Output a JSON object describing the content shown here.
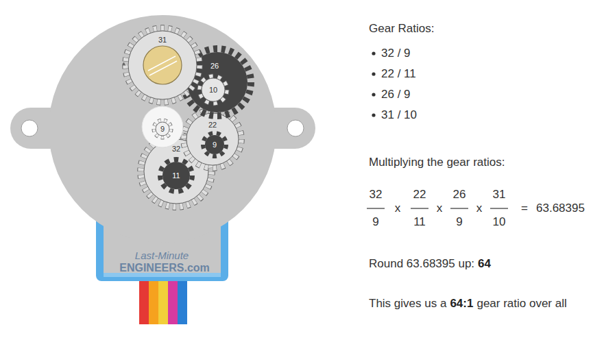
{
  "diagram": {
    "labels": [
      "31",
      "26",
      "10",
      "9",
      "22",
      "9",
      "32",
      "11",
      "Last-Minute",
      "ENGINEERS.com",
      "Gear Ratios:",
      "32 / 9",
      "22 / 11",
      "26 / 9",
      "31 / 10",
      "Multiplying the gear ratios:",
      "32",
      "9",
      "x",
      "22",
      "11",
      "x",
      "26",
      "9",
      "x",
      "31",
      "10",
      "=",
      "63.68395",
      "Round 63.68395 up:",
      "64",
      "This gives us a",
      "64:1",
      "gear ratio over all"
    ]
  }
}
